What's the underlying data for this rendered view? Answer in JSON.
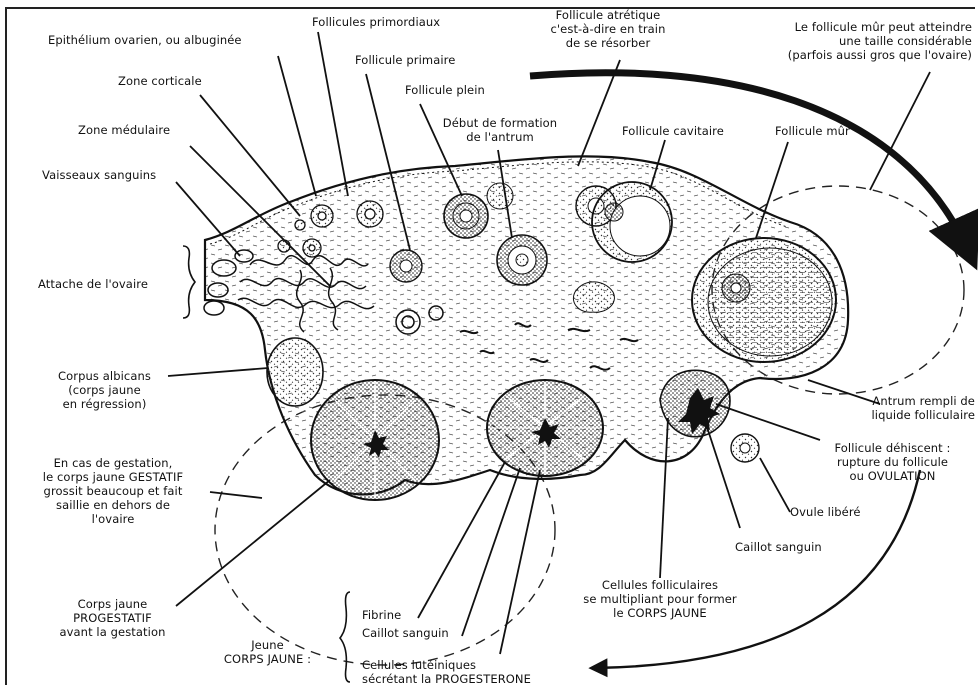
{
  "labels": {
    "epithelium": "Epithélium ovarien, ou albuginée",
    "primordiaux": "Follicules primordiaux",
    "atretique_1": "Follicule atrétique",
    "atretique_2": "c'est-à-dire en train",
    "atretique_3": "de se résorber",
    "mur_taille_1": "Le follicule mûr peut atteindre",
    "mur_taille_2": "une taille considérable",
    "mur_taille_3": "(parfois aussi gros que l'ovaire)",
    "zone_corticale": "Zone corticale",
    "primaire": "Follicule primaire",
    "plein": "Follicule plein",
    "zone_medullaire": "Zone médulaire",
    "antrum_debut_1": "Début de formation",
    "antrum_debut_2": "de l'antrum",
    "cavitaire": "Follicule cavitaire",
    "mur": "Follicule mûr",
    "vaisseaux": "Vaisseaux sanguins",
    "attache": "Attache de l'ovaire",
    "albicans_1": "Corpus albicans",
    "albicans_2": "(corps jaune",
    "albicans_3": "en régression)",
    "antrum_rempli_1": "Antrum rempli de",
    "antrum_rempli_2": "liquide folliculaire",
    "dehiscent_1": "Follicule déhiscent :",
    "dehiscent_2": "rupture du follicule",
    "dehiscent_3": "ou OVULATION",
    "gestation_1": "En cas de gestation,",
    "gestation_2": "le corps jaune GESTATIF",
    "gestation_3": "grossit beaucoup et fait",
    "gestation_4": "saillie en dehors de",
    "gestation_5": "l'ovaire",
    "ovule": "Ovule libéré",
    "caillot_1": "Caillot sanguin",
    "progestatif_1": "Corps jaune",
    "progestatif_2": "PROGESTATIF",
    "progestatif_3": "avant la gestation",
    "cellules_foll_1": "Cellules folliculaires",
    "cellules_foll_2": "se multipliant pour former",
    "cellules_foll_3": "le CORPS JAUNE",
    "jeune_1": "Jeune",
    "jeune_2": "CORPS JAUNE :",
    "fibrine": "Fibrine",
    "caillot_2": "Caillot sanguin",
    "luteiniques_1": "Cellules lutéiniques",
    "luteiniques_2": "sécrétant la PROGESTERONE"
  }
}
